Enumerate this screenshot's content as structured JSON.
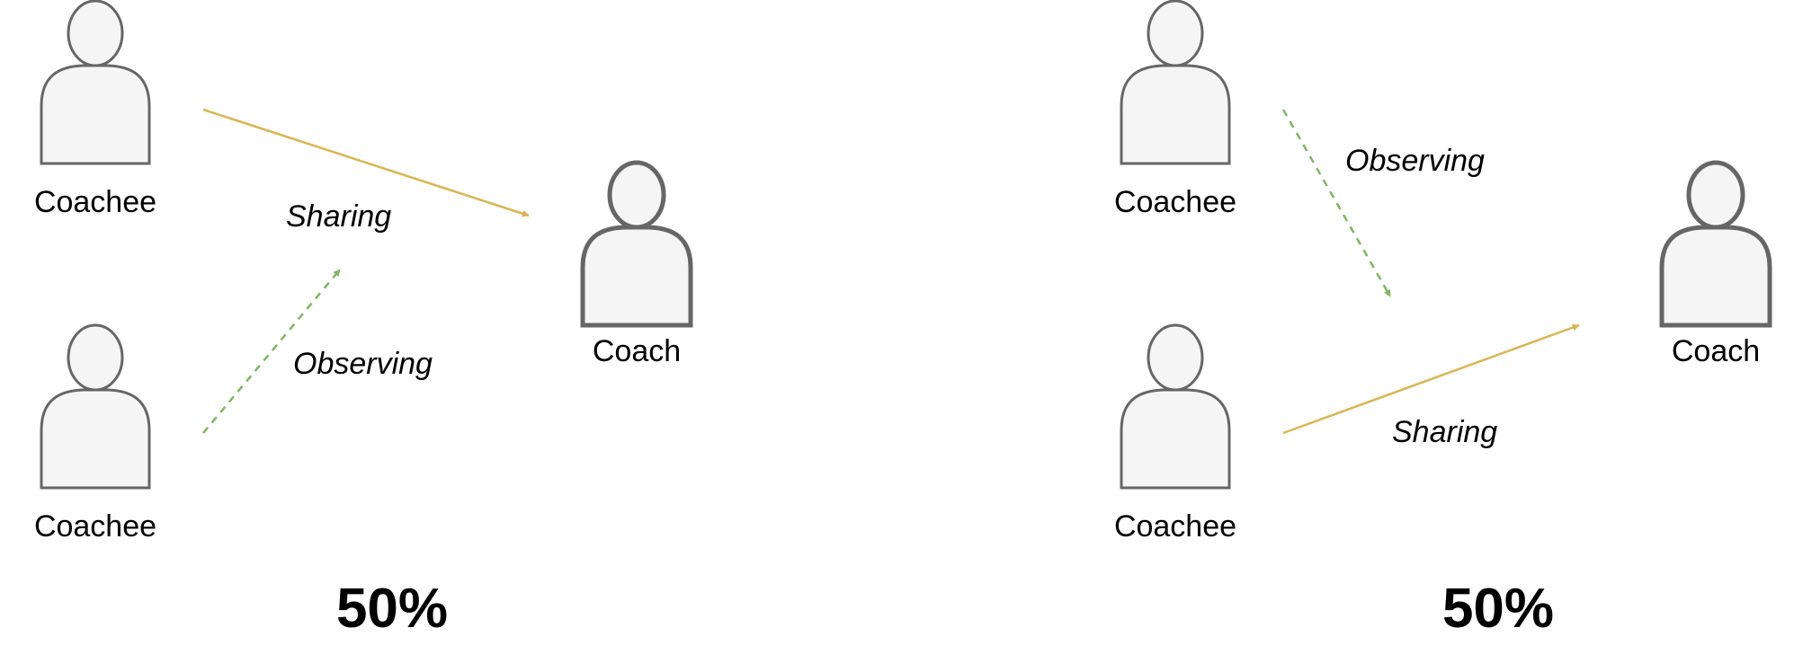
{
  "colors": {
    "sharing_arrow": "#d6b656",
    "observing_arrow": "#82b366",
    "person_fill": "#f5f5f5",
    "person_stroke": "#666666"
  },
  "icons": {
    "person": "person-icon"
  },
  "left_panel": {
    "coachee_top": "Coachee",
    "coachee_bottom": "Coachee",
    "coach": "Coach",
    "sharing_label": "Sharing",
    "observing_label": "Observing",
    "percent": "50%"
  },
  "right_panel": {
    "coachee_top": "Coachee",
    "coachee_bottom": "Coachee",
    "coach": "Coach",
    "sharing_label": "Sharing",
    "observing_label": "Observing",
    "percent": "50%"
  }
}
